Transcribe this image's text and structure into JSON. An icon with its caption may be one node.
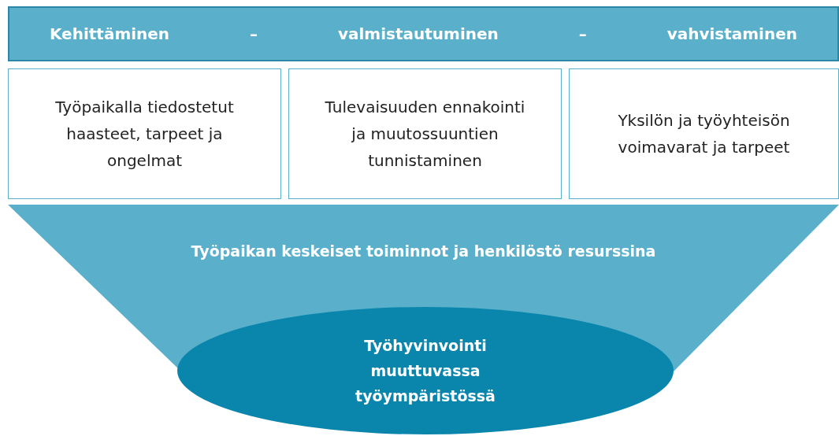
{
  "diagram": {
    "nodes": [
      {
        "text": [
          "Kehittäminen",
          "–",
          "valmistautuminen",
          "–",
          "vahvistaminen"
        ]
      },
      {
        "text": [
          "Työpaikalla tiedostetut haasteet, tarpeet ja ongelmat"
        ]
      },
      {
        "text": [
          "Tulevaisuuden ennakointi ja muutossuuntien tunnistaminen"
        ]
      },
      {
        "text": [
          "Yksilön ja työyhteisön voimavarat ja tarpeet"
        ]
      },
      {
        "text": [
          "Työpaikan keskeiset toiminnot ja henkilöstö resurssina"
        ]
      },
      {
        "text": [
          "Työhyvinvointi muuttuvassa työympäristössä"
        ]
      }
    ]
  }
}
